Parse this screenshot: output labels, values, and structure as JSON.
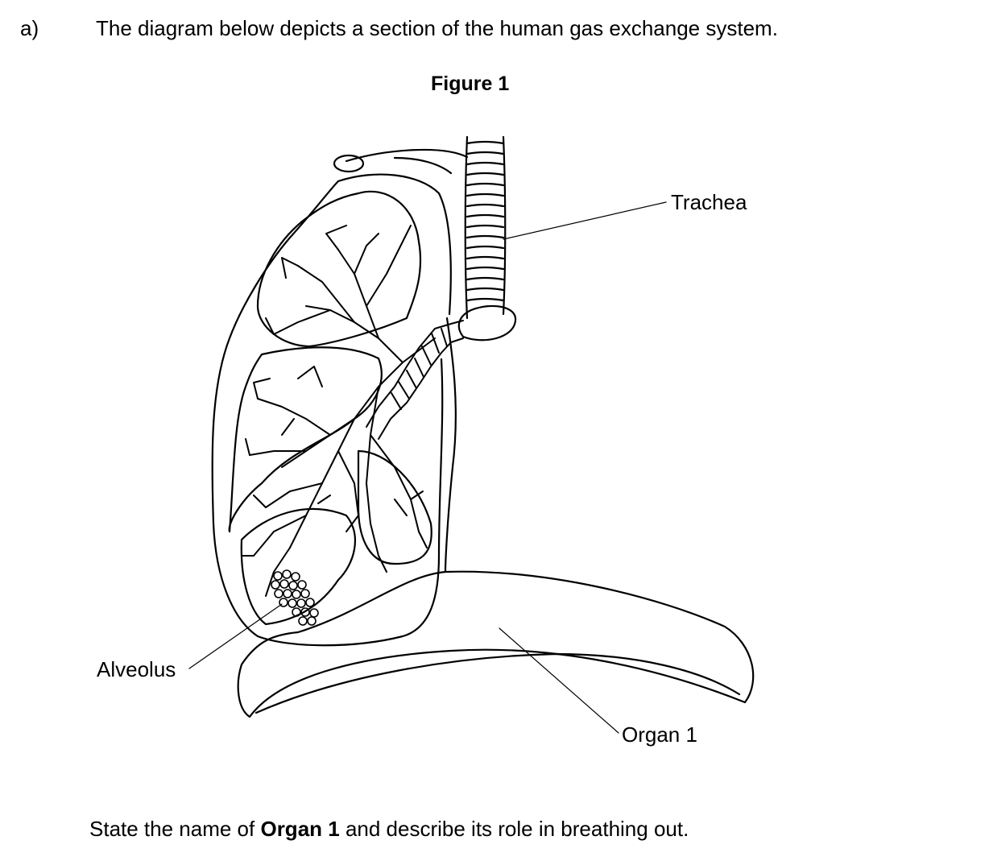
{
  "question": {
    "part": "a)",
    "intro": "The diagram below depicts a section of the human gas exchange system.",
    "figure_title": "Figure 1",
    "prompt_before": "State the name of ",
    "prompt_bold": "Organ 1",
    "prompt_after": " and describe its role in breathing out."
  },
  "diagram": {
    "labels": {
      "trachea": "Trachea",
      "alveolus": "Alveolus",
      "organ": "Organ 1"
    }
  }
}
